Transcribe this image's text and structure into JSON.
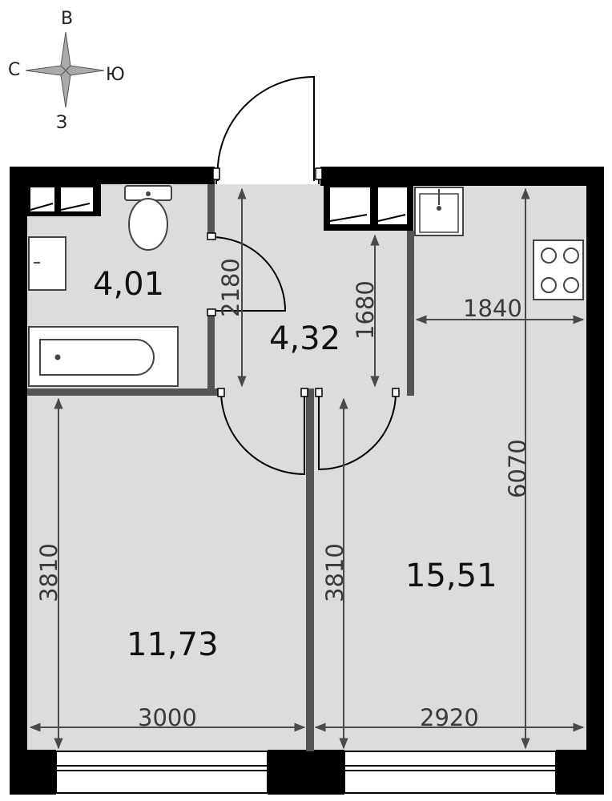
{
  "compass": {
    "north": "В",
    "west": "С",
    "east": "Ю",
    "south": "З"
  },
  "rooms": [
    {
      "id": "bathroom",
      "area": "4,01"
    },
    {
      "id": "hall",
      "area": "4,32"
    },
    {
      "id": "bedroom",
      "area": "11,73"
    },
    {
      "id": "kitchen-living",
      "area": "15,51"
    }
  ],
  "dimensions": {
    "hall_height": "2180",
    "hall_right_height": "1680",
    "kitchen_width": "1840",
    "kitchen_height": "6070",
    "bedroom_height": "3810",
    "living_height": "3810",
    "bedroom_width": "3000",
    "living_width": "2920"
  },
  "colors": {
    "wall": "#000000",
    "partition": "#555555",
    "floor": "#dcdcdc",
    "dimension": "#4a4a4a"
  }
}
